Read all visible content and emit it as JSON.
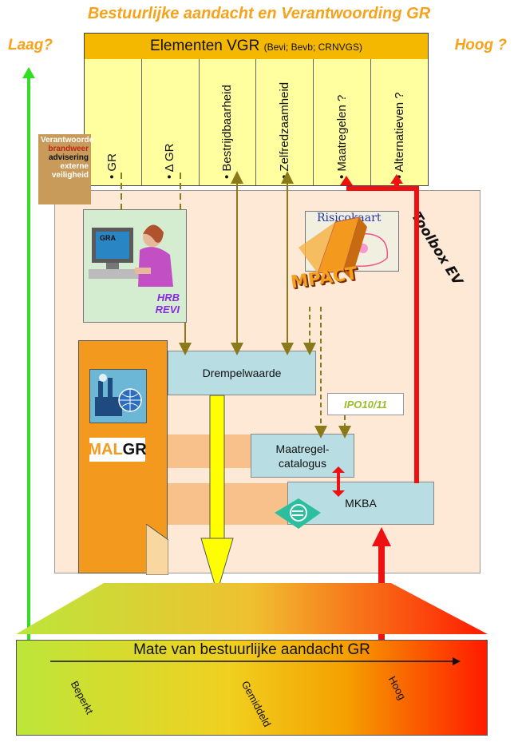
{
  "title": "Bestuurlijke aandacht en Verantwoording GR",
  "left_label": "Laag?",
  "right_label": "Hoog ?",
  "vgr": {
    "header": "Elementen VGR",
    "header_note": "(Bevi; Bevb; CRNVGS)",
    "columns": [
      "• GR",
      "• Δ GR",
      "• Bestrijdbaarheid",
      "• Zelfredzaamheid",
      "• Maatregelen ?",
      "• Alternatieven ?"
    ]
  },
  "legend": {
    "lines": [
      "Verantwoorde",
      "brandweer",
      "advisering",
      "externe",
      "veiligheid"
    ],
    "colors": [
      "#ffffff",
      "#c0251a",
      "#111111",
      "#ffffff",
      "#ffffff"
    ]
  },
  "toolbox_label": "Toolbox EV",
  "person_card": {
    "screen_text": "GRA",
    "line1": "HRB",
    "line2": "REVI"
  },
  "risicokaart_label": "Risicokaart",
  "impact_label": "MPACT",
  "malgr": {
    "mal": "MAL",
    "gr": "GR"
  },
  "boxes": {
    "drempelwaarde": "Drempelwaarde",
    "maatregelcatalogus_1": "Maatregel-",
    "maatregelcatalogus_2": "catalogus",
    "mkba": "MKBA",
    "ipo": "IPO10/11"
  },
  "bottom": {
    "title": "Mate van bestuurlijke aandacht GR",
    "levels": [
      "Beperkt",
      "Gemiddeld",
      "Hoog"
    ]
  },
  "colors": {
    "orange_title": "#f7a21b",
    "green_arrow": "#33dd22",
    "red_arrow": "#ee1111",
    "olive_arrow": "#8a7a1a",
    "yellow_arrow": "#ffff00"
  }
}
